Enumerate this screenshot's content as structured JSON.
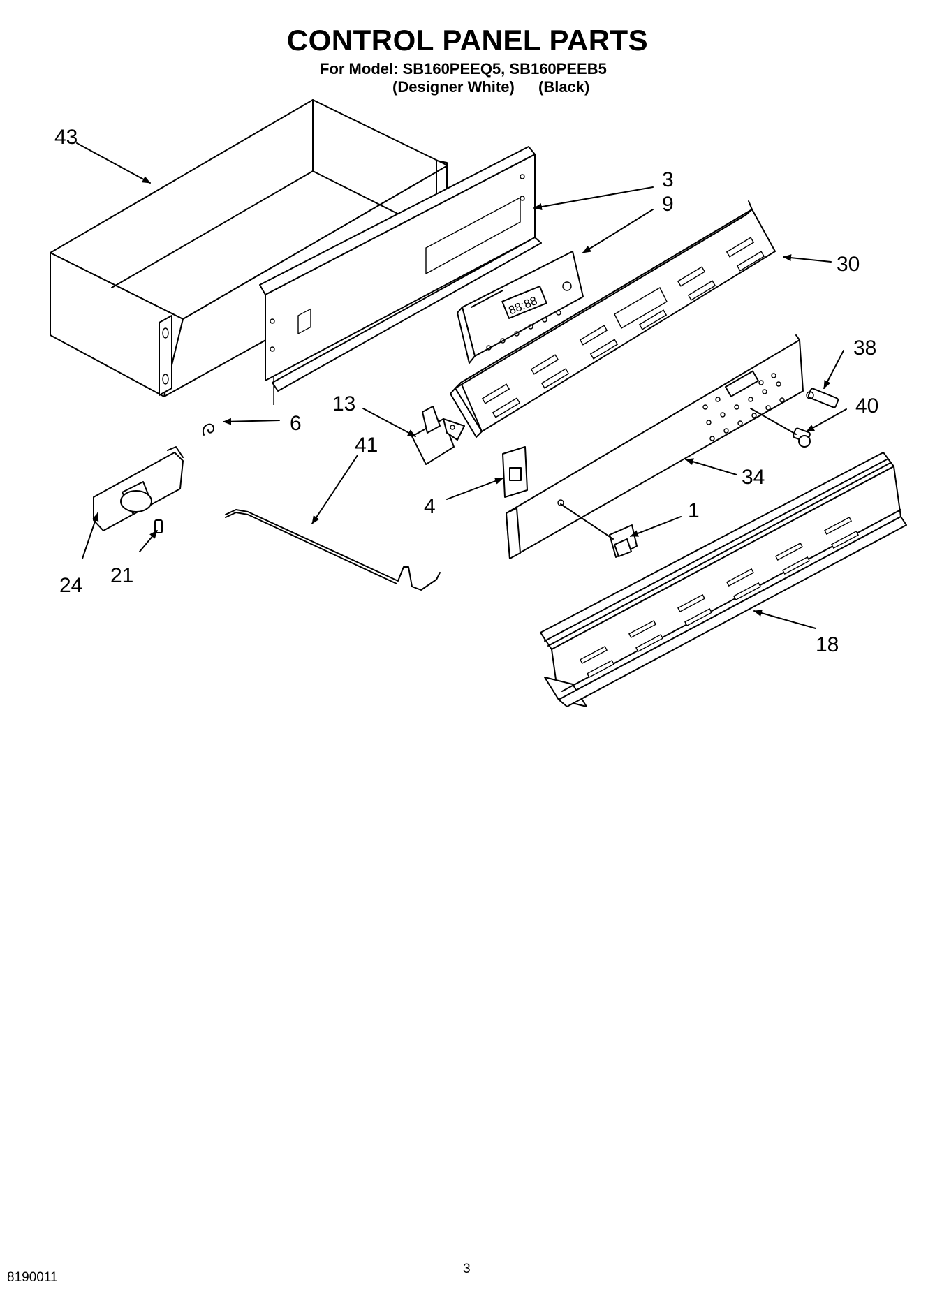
{
  "header": {
    "title": "CONTROL PANEL PARTS",
    "model_line": "For Model: SB160PEEQ5, SB160PEEB5",
    "color_designer": "(Designer White)",
    "color_black": "(Black)"
  },
  "callouts": {
    "c43": "43",
    "c3": "3",
    "c9": "9",
    "c30": "30",
    "c38": "38",
    "c40": "40",
    "c13": "13",
    "c6": "6",
    "c41": "41",
    "c4": "4",
    "c34": "34",
    "c1": "1",
    "c24": "24",
    "c21": "21",
    "c18": "18"
  },
  "display": {
    "digits": "88:88"
  },
  "footer": {
    "doc_number": "8190011",
    "page": "3"
  }
}
